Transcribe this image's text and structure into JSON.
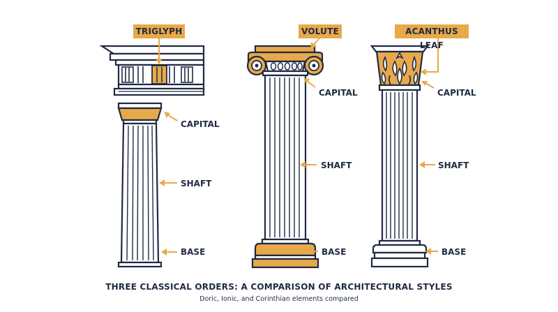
{
  "colors": {
    "ink": "#1f2a44",
    "accent": "#e8a94a",
    "background": "#ffffff"
  },
  "orders": [
    {
      "callout": "TRIGLYPH",
      "labels": {
        "capital": "CAPITAL",
        "shaft": "SHAFT",
        "base": "BASE"
      }
    },
    {
      "callout": "VOLUTE",
      "labels": {
        "capital": "CAPITAL",
        "shaft": "SHAFT",
        "base": "BASE"
      }
    },
    {
      "callout": "ACANTHUS LEAF",
      "labels": {
        "capital": "CAPITAL",
        "shaft": "SHAFT",
        "base": "BASE"
      }
    }
  ],
  "caption": {
    "title": "THREE CLASSICAL ORDERS: A COMPARISON OF ARCHITECTURAL STYLES",
    "subtitle": "Doric, Ionic, and Corinthian elements compared"
  }
}
